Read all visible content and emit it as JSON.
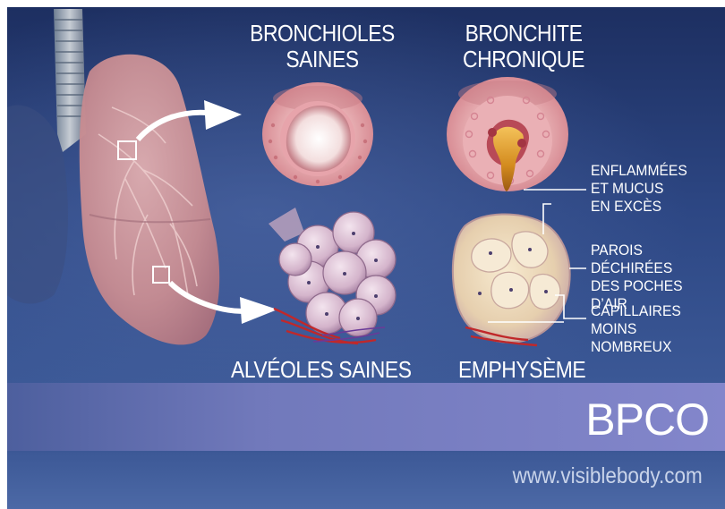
{
  "labels": {
    "healthy_bronchioles": [
      "BRONCHIOLES",
      "SAINES"
    ],
    "chronic_bronchitis": [
      "BRONCHITE",
      "CHRONIQUE"
    ],
    "inflamed_mucus": [
      "ENFLAMMÉES",
      "ET MUCUS",
      "EN EXCÈS"
    ],
    "torn_walls": [
      "PAROIS DÉCHIRÉES",
      "DES POCHES D’AIR"
    ],
    "fewer_capillaries": [
      "CAPILLAIRES",
      "MOINS NOMBREUX"
    ],
    "healthy_alveoli": "ALVÉOLES SAINES",
    "emphysema": "EMPHYSÈME"
  },
  "banner": {
    "title": "BPCO",
    "url": "www.visiblebody.com"
  },
  "colors": {
    "background_top": "#1f3568",
    "background_mid": "#3b5793",
    "banner_band": "#7b81c4",
    "lung_tissue": "#c98d92",
    "bronchiole_wall": "#e6a5ac",
    "mucus": "#d08a1e",
    "alveoli": "#d4b6cc",
    "emphysema_tissue": "#e8d2b4",
    "capillaries": "#c0282a"
  }
}
